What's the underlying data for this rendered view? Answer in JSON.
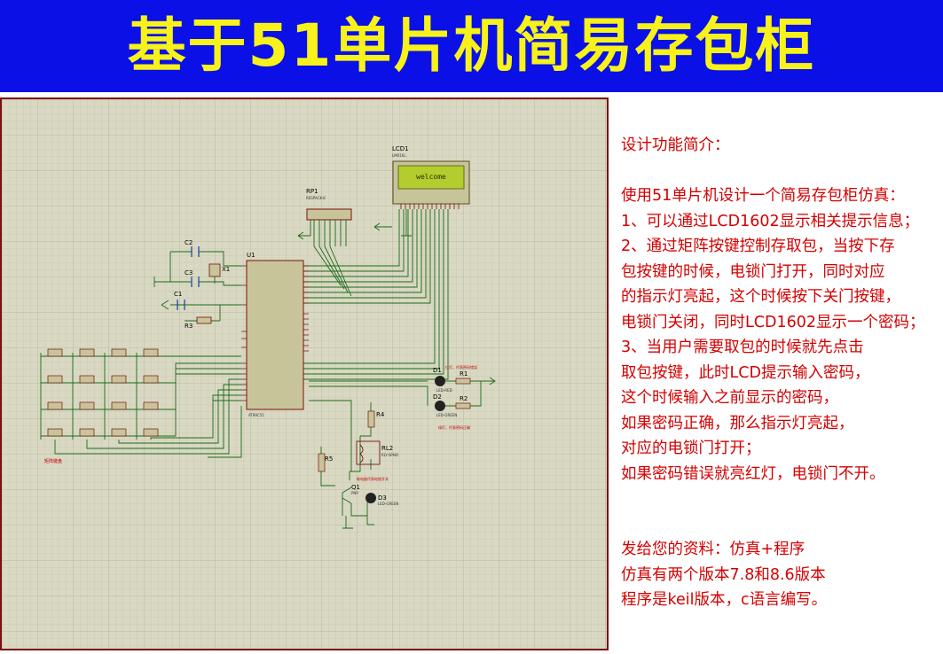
{
  "title": "基于51单片机简易存包柜",
  "colors": {
    "banner_bg": "#0a10e6",
    "banner_text": "#f7f219",
    "text_red": "#d40000",
    "frame": "#7a1010",
    "lcd_bg": "#b3cc2e"
  },
  "schematic": {
    "lcd": {
      "ref": "LCD1",
      "part": "LM016L",
      "display": "welcome"
    },
    "rp1": {
      "ref": "RP1",
      "part": "RESPACK-8"
    },
    "u1": {
      "ref": "U1",
      "part": "AT89C51"
    },
    "c1": "C1",
    "c2": "C2",
    "c3": "C3",
    "x1": "X1",
    "r3": "R3",
    "d1": "D1",
    "d1_part": "LED-RED",
    "d1_note": "红灯，代表密码错误",
    "d2": "D2",
    "d2_part": "LED-GREEN",
    "d2_note": "绿灯，代表密码正确",
    "r1": "R1",
    "r2": "R2",
    "r4": "R4",
    "r5": "R5",
    "rl2": "RL2",
    "rl2_part": "RLY-SPNO",
    "q1": "Q1",
    "q1_part": "PNP",
    "d3": "D3",
    "d3_part": "LED-GREEN",
    "relay_note": "继电器代表电锁开关",
    "keypad_label": "矩阵键盘"
  },
  "description": {
    "heading": "设计功能简介：",
    "lines": [
      "使用51单片机设计一个简易存包柜仿真：",
      "1、可以通过LCD1602显示相关提示信息；",
      "2、通过矩阵按键控制存取包，当按下存",
      "包按键的时候，电锁门打开，同时对应",
      "的指示灯亮起，这个时候按下关门按键，",
      "电锁门关闭，同时LCD1602显示一个密码；",
      "3、当用户需要取包的时候就先点击",
      "取包按键，此时LCD提示输入密码，",
      "这个时候输入之前显示的密码，",
      "如果密码正确，那么指示灯亮起，",
      "对应的电锁门打开；",
      "如果密码错误就亮红灯，电锁门不开。"
    ],
    "materials": [
      "发给您的资料：仿真+程序",
      "仿真有两个版本7.8和8.6版本",
      "程序是keil版本，c语言编写。"
    ]
  }
}
